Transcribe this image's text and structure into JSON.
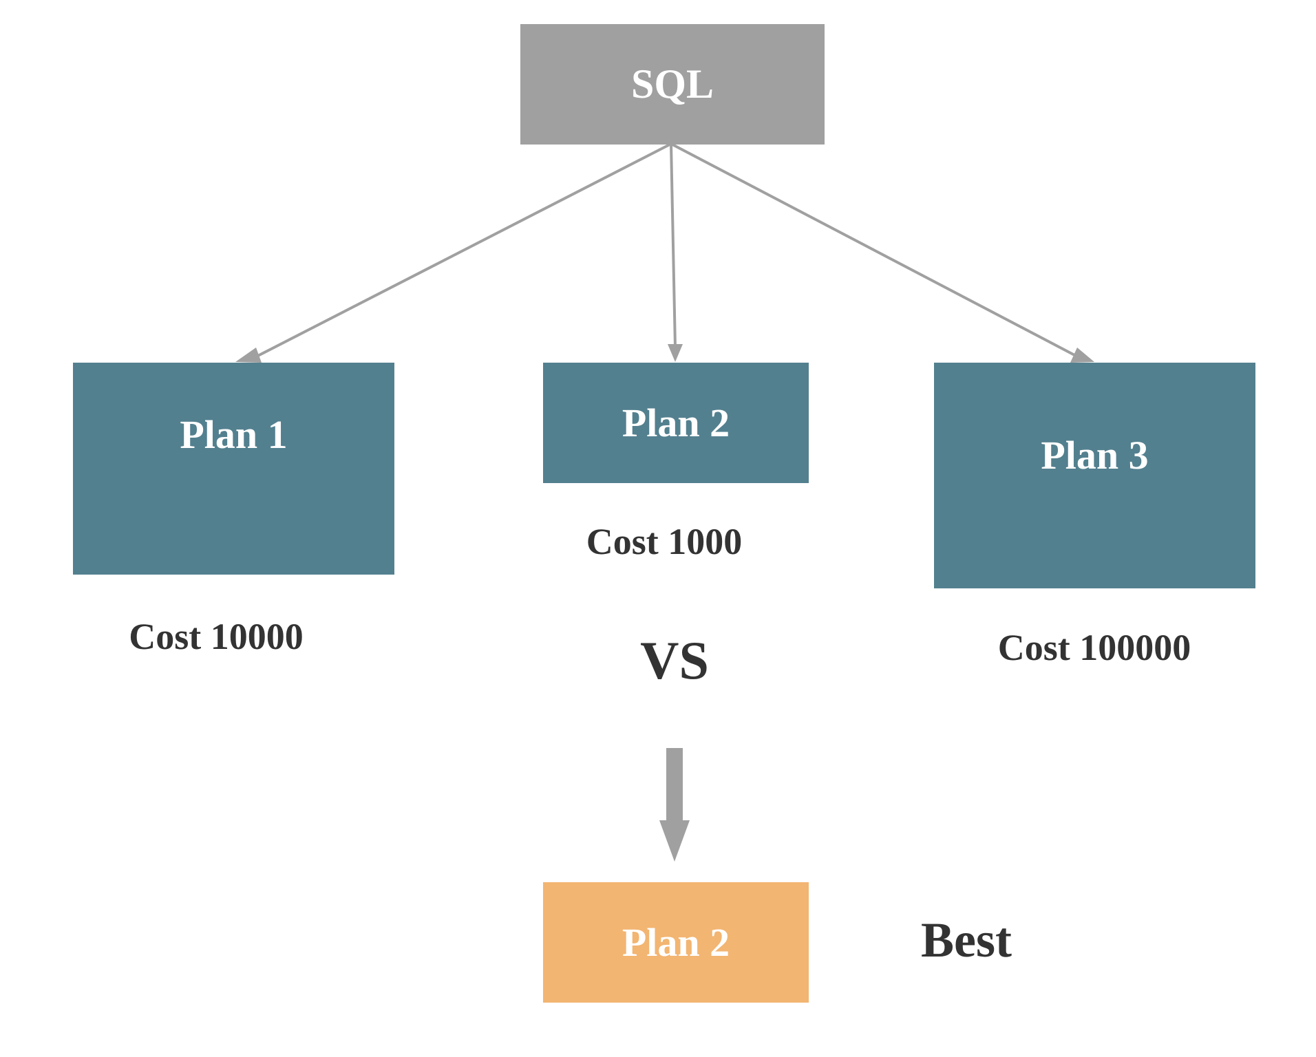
{
  "root": {
    "label": "SQL"
  },
  "plans": [
    {
      "label": "Plan 1",
      "cost": "Cost 10000"
    },
    {
      "label": "Plan 2",
      "cost": "Cost 1000"
    },
    {
      "label": "Plan 3",
      "cost": "Cost 100000"
    }
  ],
  "comparison": {
    "label": "VS"
  },
  "result": {
    "label": "Plan 2",
    "tag": "Best"
  },
  "colors": {
    "root": "#a0a0a0",
    "plan": "#53808f",
    "best": "#f2b572",
    "edge": "#a0a0a0",
    "text": "#333333"
  }
}
